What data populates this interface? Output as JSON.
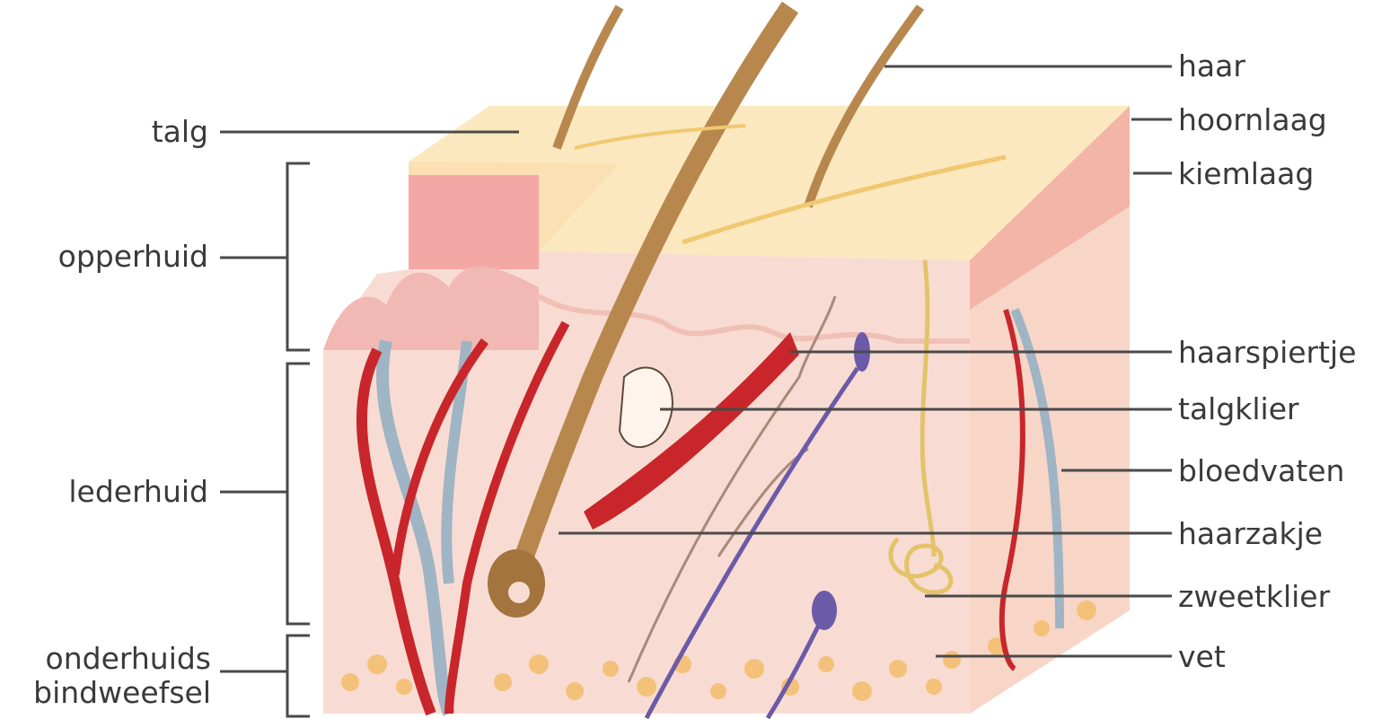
{
  "diagram": {
    "labels_left": {
      "talg": "talg",
      "opperhuid": "opperhuid",
      "lederhuid": "lederhuid",
      "onderhuids_line1": "onderhuids",
      "onderhuids_line2": "bindweefsel"
    },
    "labels_right": {
      "haar": "haar",
      "hoornlaag": "hoornlaag",
      "kiemlaag": "kiemlaag",
      "haarspiertje": "haarspiertje",
      "talgklier": "talgklier",
      "bloedvaten": "bloedvaten",
      "haarzakje": "haarzakje",
      "zweetklier": "zweetklier",
      "vet": "vet"
    },
    "colors": {
      "surface": "#fbe8bf",
      "dermis": "#f7d9d0",
      "epidermis": "#f3b0ad",
      "hair": "#b8874e",
      "artery": "#c8262b",
      "vein": "#9fb4c4",
      "nerve": "#6b5aa8",
      "fat": "#f4c17a",
      "sweat_gland": "#e4c36a",
      "leader_line": "#4a4a4a"
    }
  }
}
